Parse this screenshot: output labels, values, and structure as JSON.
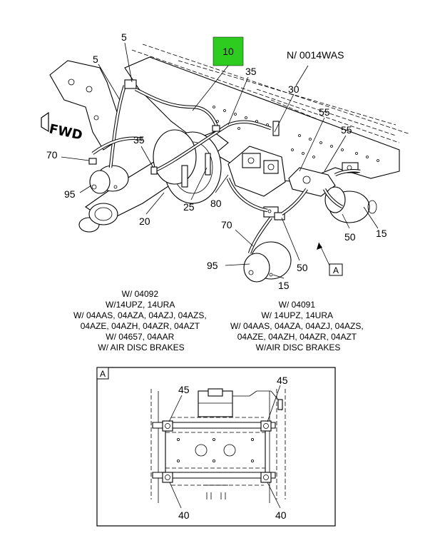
{
  "callout_highlight": {
    "label": "10",
    "color": "#2ecc1f"
  },
  "labels": {
    "l5a": "5",
    "l5b": "5",
    "l35a": "35",
    "l35b": "35",
    "l30": "30",
    "l55a": "55",
    "l55b": "55",
    "l70a": "70",
    "l70b": "70",
    "l95a": "95",
    "l95b": "95",
    "l20": "20",
    "l25": "25",
    "l80": "80",
    "l50a": "50",
    "l50b": "50",
    "l15a": "15",
    "l15b": "15",
    "ref_id": "N/ 0014WAS",
    "view_ref": "A",
    "fwd": "FWD"
  },
  "notes": {
    "left": [
      "W/ 04092",
      "W/14UPZ, 14URA",
      "W/ 04AAS, 04AZA, 04AZJ, 04AZS,",
      "04AZE, 04AZH, 04AZR, 04AZT",
      "W/ 04657, 04AAR",
      "W/ AIR DISC BRAKES"
    ],
    "right": [
      "W/ 04091",
      "W/ 14UPZ, 14URA",
      "W/ 04AAS, 04AZA, 04AZJ, 04AZS,",
      "04AZE, 04AZH, 04AZR, 04AZT",
      "W/AIR DISC BRAKES"
    ]
  },
  "detail": {
    "title": "A",
    "labels": {
      "d45a": "45",
      "d45b": "45",
      "d40a": "40",
      "d40b": "40"
    }
  }
}
